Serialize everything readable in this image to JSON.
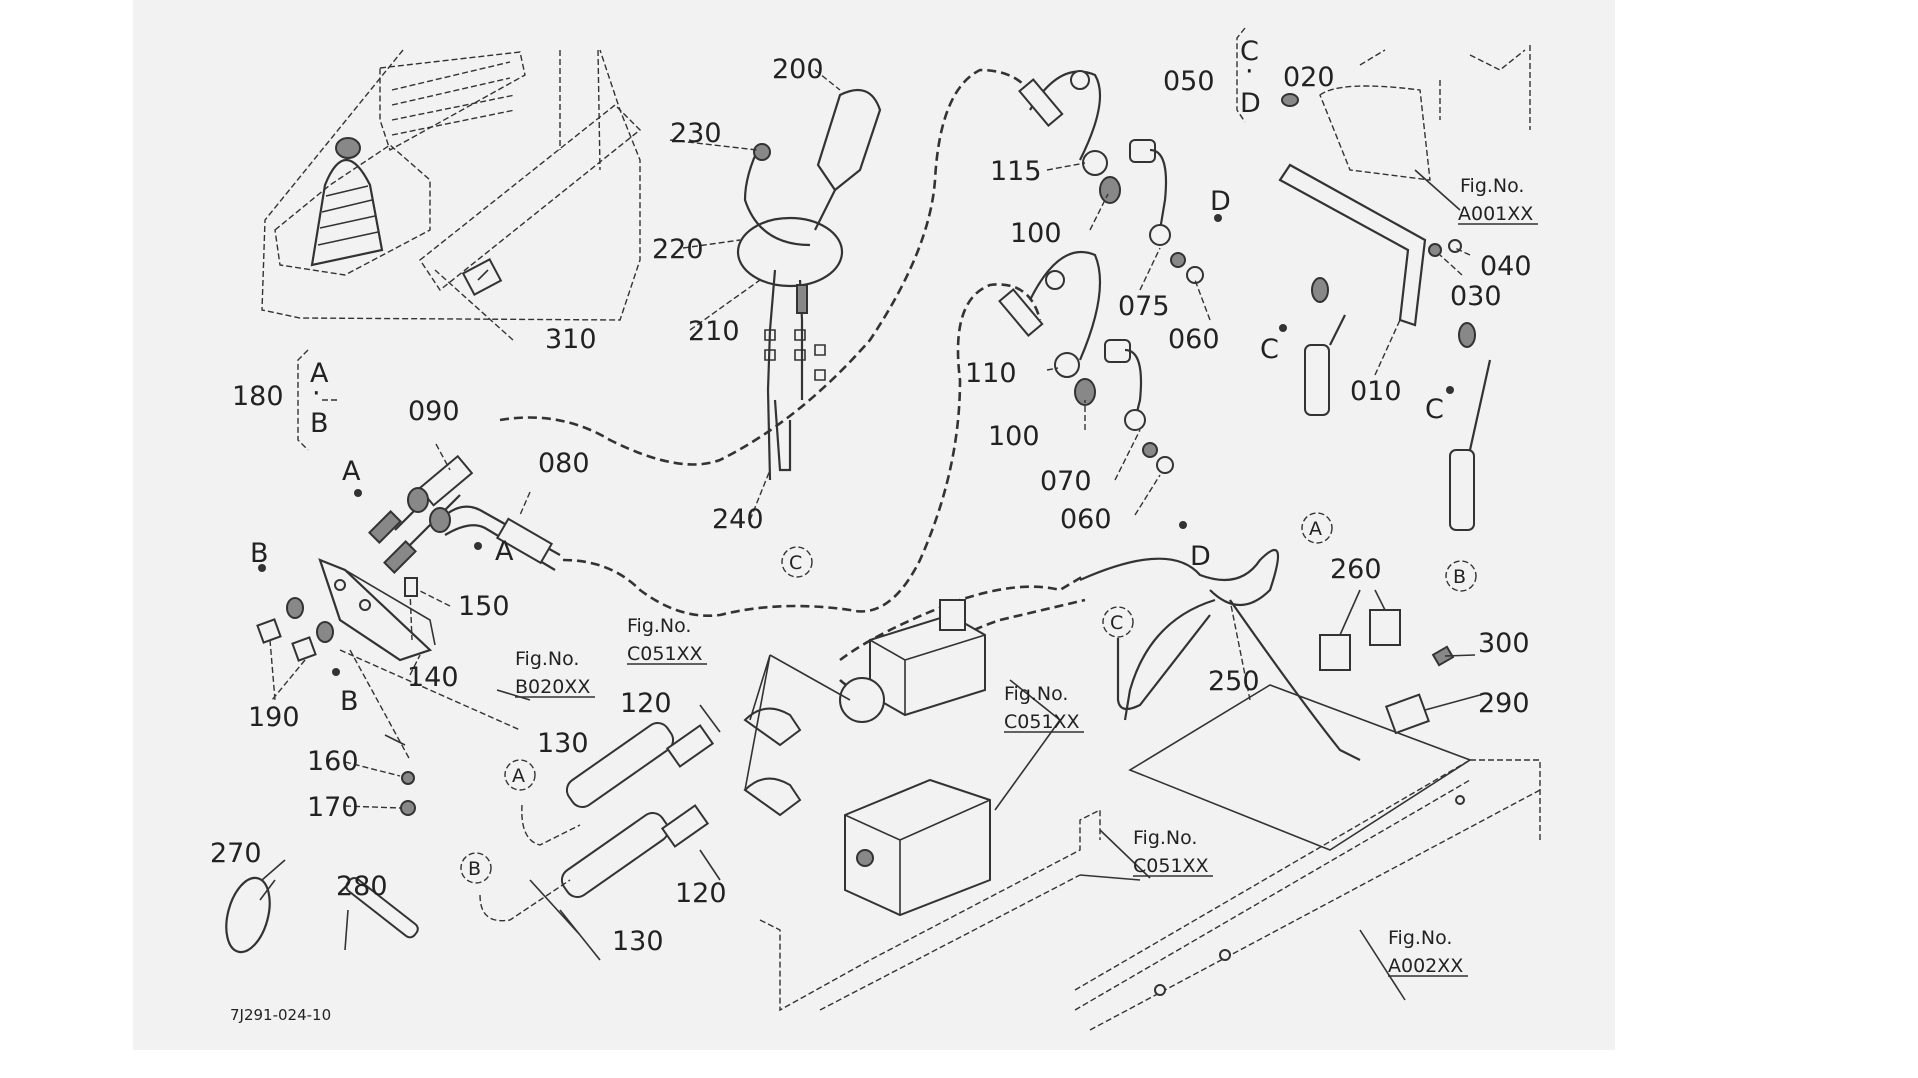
{
  "diagram": {
    "type": "exploded-parts-diagram",
    "drawing_code": "7J291-024-10",
    "part_labels": [
      {
        "id": "p010",
        "text": "010"
      },
      {
        "id": "p020",
        "text": "020"
      },
      {
        "id": "p030",
        "text": "030"
      },
      {
        "id": "p040",
        "text": "040"
      },
      {
        "id": "p050",
        "text": "050"
      },
      {
        "id": "p060a",
        "text": "060"
      },
      {
        "id": "p060b",
        "text": "060"
      },
      {
        "id": "p070",
        "text": "070"
      },
      {
        "id": "p075",
        "text": "075"
      },
      {
        "id": "p080",
        "text": "080"
      },
      {
        "id": "p090",
        "text": "090"
      },
      {
        "id": "p100a",
        "text": "100"
      },
      {
        "id": "p100b",
        "text": "100"
      },
      {
        "id": "p110",
        "text": "110"
      },
      {
        "id": "p115",
        "text": "115"
      },
      {
        "id": "p120a",
        "text": "120"
      },
      {
        "id": "p120b",
        "text": "120"
      },
      {
        "id": "p130a",
        "text": "130"
      },
      {
        "id": "p130b",
        "text": "130"
      },
      {
        "id": "p140",
        "text": "140"
      },
      {
        "id": "p150",
        "text": "150"
      },
      {
        "id": "p160",
        "text": "160"
      },
      {
        "id": "p170",
        "text": "170"
      },
      {
        "id": "p180",
        "text": "180"
      },
      {
        "id": "p190",
        "text": "190"
      },
      {
        "id": "p200",
        "text": "200"
      },
      {
        "id": "p210",
        "text": "210"
      },
      {
        "id": "p220",
        "text": "220"
      },
      {
        "id": "p230",
        "text": "230"
      },
      {
        "id": "p240",
        "text": "240"
      },
      {
        "id": "p250",
        "text": "250"
      },
      {
        "id": "p260",
        "text": "260"
      },
      {
        "id": "p270",
        "text": "270"
      },
      {
        "id": "p280",
        "text": "280"
      },
      {
        "id": "p290",
        "text": "290"
      },
      {
        "id": "p300",
        "text": "300"
      },
      {
        "id": "p310",
        "text": "310"
      }
    ],
    "bracket_groups": [
      {
        "part": "180",
        "letters": [
          "A",
          "B"
        ]
      },
      {
        "part": "050",
        "letters": [
          "C",
          "D"
        ]
      }
    ],
    "connection_markers": {
      "A": "A",
      "B": "B",
      "C": "C",
      "D": "D"
    },
    "figure_refs": [
      {
        "id": "a001",
        "title": "Fig.No.",
        "code": "A001XX"
      },
      {
        "id": "b020",
        "title": "Fig.No.",
        "code": "B020XX"
      },
      {
        "id": "c051a",
        "title": "Fig.No.",
        "code": "C051XX"
      },
      {
        "id": "c051b",
        "title": "Fig.No.",
        "code": "C051XX"
      },
      {
        "id": "c051c",
        "title": "Fig.No.",
        "code": "C051XX"
      },
      {
        "id": "a002",
        "title": "Fig.No.",
        "code": "A002XX"
      }
    ]
  }
}
